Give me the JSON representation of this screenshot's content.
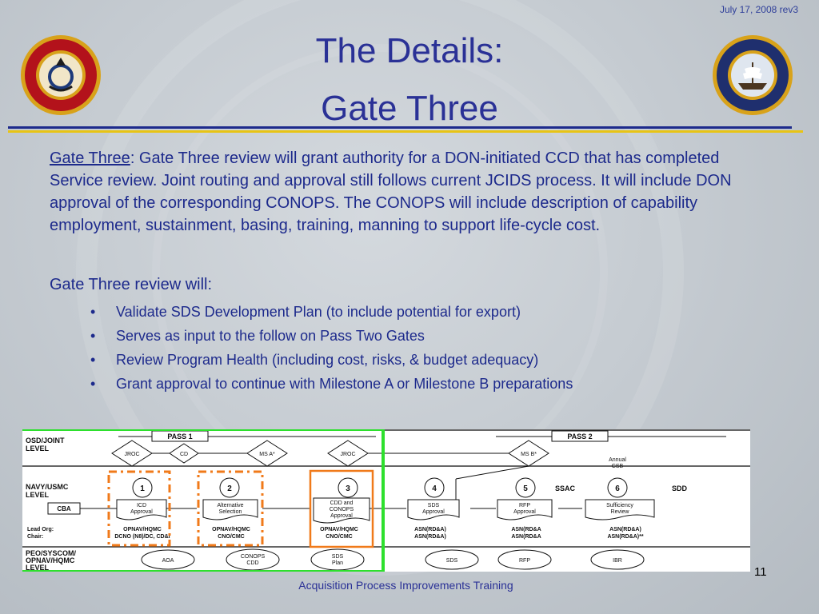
{
  "header": {
    "date": "July 17, 2008 rev3",
    "title_line1": "The Details:",
    "title_line2": "Gate Three"
  },
  "seals": {
    "left_icon": "marine-corps-seal-icon",
    "right_icon": "navy-seal-icon"
  },
  "body": {
    "lead": "Gate Three",
    "paragraph": ":  Gate Three review will grant authority for a DON-initiated CCD that has completed Service review.  Joint routing and approval still follows current JCIDS process.  It will include DON approval of the corresponding CONOPS.  The CONOPS will include description of capability employment, sustainment, basing, training, manning to support life-cycle cost.",
    "subhead": "Gate Three review will:",
    "bullets": [
      "Validate SDS Development Plan (to include potential for export)",
      "Serves as input to the follow on Pass Two Gates",
      "Review Program Health (including cost, risks, & budget adequacy)",
      "Grant approval to continue with Milestone A or Milestone B preparations"
    ]
  },
  "diagram": {
    "pass1": "PASS 1",
    "pass2": "PASS 2",
    "levels": {
      "osd_line1": "OSD/JOINT",
      "osd_line2": "LEVEL",
      "navy_line1": "NAVY/USMC",
      "navy_line2": "LEVEL",
      "peo_line1": "PEO/SYSCOM/",
      "peo_line2": "OPNAV/HQMC",
      "peo_line3": "LEVEL"
    },
    "diamonds": [
      "JROC",
      "CD",
      "MS A*",
      "JROC",
      "MS B*"
    ],
    "annual_csb_line1": "Annual",
    "annual_csb_line2": "CSB",
    "gates": [
      "1",
      "2",
      "3",
      "4",
      "5",
      "6"
    ],
    "cba": "CBA",
    "docs": [
      {
        "l1": "ICD",
        "l2": "Approval",
        "l3": ""
      },
      {
        "l1": "Alternative",
        "l2": "Selection",
        "l3": ""
      },
      {
        "l1": "CDD and",
        "l2": "CONOPS",
        "l3": "Approval"
      },
      {
        "l1": "SDS",
        "l2": "Approval",
        "l3": ""
      },
      {
        "l1": "RFP",
        "l2": "Approval",
        "l3": ""
      },
      {
        "l1": "Sufficiency",
        "l2": "Review",
        "l3": ""
      }
    ],
    "ssac": "SSAC",
    "sdd": "SDD",
    "lead_org": "Lead Org:",
    "chair": "Chair:",
    "orgs": [
      {
        "l1": "OPNAV/HQMC",
        "l2": "DCNO (N8)/DC, CD&I"
      },
      {
        "l1": "OPNAV/HQMC",
        "l2": "CNO/CMC"
      },
      {
        "l1": "OPNAV/HQMC",
        "l2": "CNO/CMC"
      },
      {
        "l1": "ASN(RD&A)",
        "l2": "ASN(RD&A)"
      },
      {
        "l1": "ASN(RD&A",
        "l2": "ASN(RD&A"
      },
      {
        "l1": "ASN(RD&A)",
        "l2": "ASN(RD&A)**"
      }
    ],
    "ovals": [
      {
        "l1": "AOA",
        "l2": ""
      },
      {
        "l1": "CONOPS",
        "l2": "CDD"
      },
      {
        "l1": "SDS",
        "l2": "Plan"
      },
      {
        "l1": "SDS",
        "l2": ""
      },
      {
        "l1": "RFP",
        "l2": ""
      },
      {
        "l1": "IBR",
        "l2": ""
      }
    ],
    "colors": {
      "highlight_green": "#2de02d",
      "highlight_orange": "#f07a1a"
    }
  },
  "footer": {
    "page_number": "11",
    "text": "Acquisition Process Improvements Training"
  }
}
